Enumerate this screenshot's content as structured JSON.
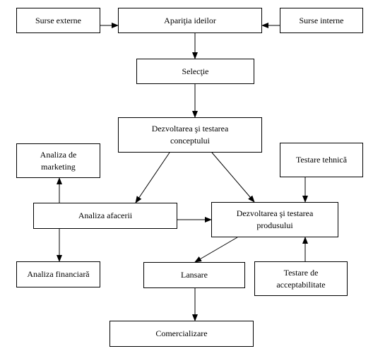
{
  "diagram": {
    "nodes": {
      "surse_externe": "Surse externe",
      "aparitia_ideilor": "Apariţia ideilor",
      "surse_interne": "Surse interne",
      "selectie": "Selecţie",
      "dezvoltarea_conceptului": "Dezvoltarea şi testarea\nconceptului",
      "analiza_marketing": "Analiza de\nmarketing",
      "testare_tehnica": "Testare tehnică",
      "analiza_afacerii": "Analiza afacerii",
      "dezvoltarea_produsului": "Dezvoltarea şi testarea\nprodusului",
      "analiza_financiara": "Analiza financiară",
      "lansare": "Lansare",
      "testare_acceptabilitate": "Testare de\nacceptabilitate",
      "comercializare": "Comercializare"
    },
    "edges": [
      {
        "from": "surse_externe",
        "to": "aparitia_ideilor"
      },
      {
        "from": "surse_interne",
        "to": "aparitia_ideilor"
      },
      {
        "from": "aparitia_ideilor",
        "to": "selectie"
      },
      {
        "from": "selectie",
        "to": "dezvoltarea_conceptului"
      },
      {
        "from": "dezvoltarea_conceptului",
        "to": "analiza_afacerii"
      },
      {
        "from": "dezvoltarea_conceptului",
        "to": "dezvoltarea_produsului"
      },
      {
        "from": "analiza_afacerii",
        "to": "analiza_marketing"
      },
      {
        "from": "analiza_afacerii",
        "to": "analiza_financiara"
      },
      {
        "from": "analiza_afacerii",
        "to": "dezvoltarea_produsului"
      },
      {
        "from": "testare_tehnica",
        "to": "dezvoltarea_produsului"
      },
      {
        "from": "dezvoltarea_produsului",
        "to": "lansare"
      },
      {
        "from": "testare_acceptabilitate",
        "to": "dezvoltarea_produsului"
      },
      {
        "from": "lansare",
        "to": "comercializare"
      }
    ]
  }
}
